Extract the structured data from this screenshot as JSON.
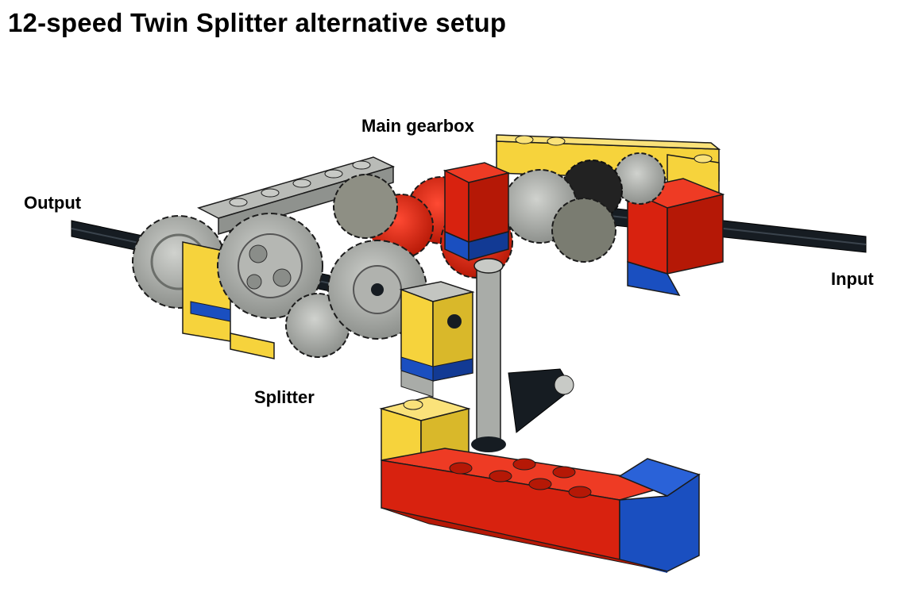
{
  "title": "12-speed Twin Splitter alternative setup",
  "labels": {
    "main_gearbox": "Main gearbox",
    "output": "Output",
    "input": "Input",
    "splitter": "Splitter"
  },
  "colors": {
    "yellow": "#f6d33c",
    "red": "#d8220f",
    "blue": "#1a4fc0",
    "light_gray": "#a9aca8",
    "dark_gray": "#6f7068",
    "black_axle": "#161c22"
  }
}
